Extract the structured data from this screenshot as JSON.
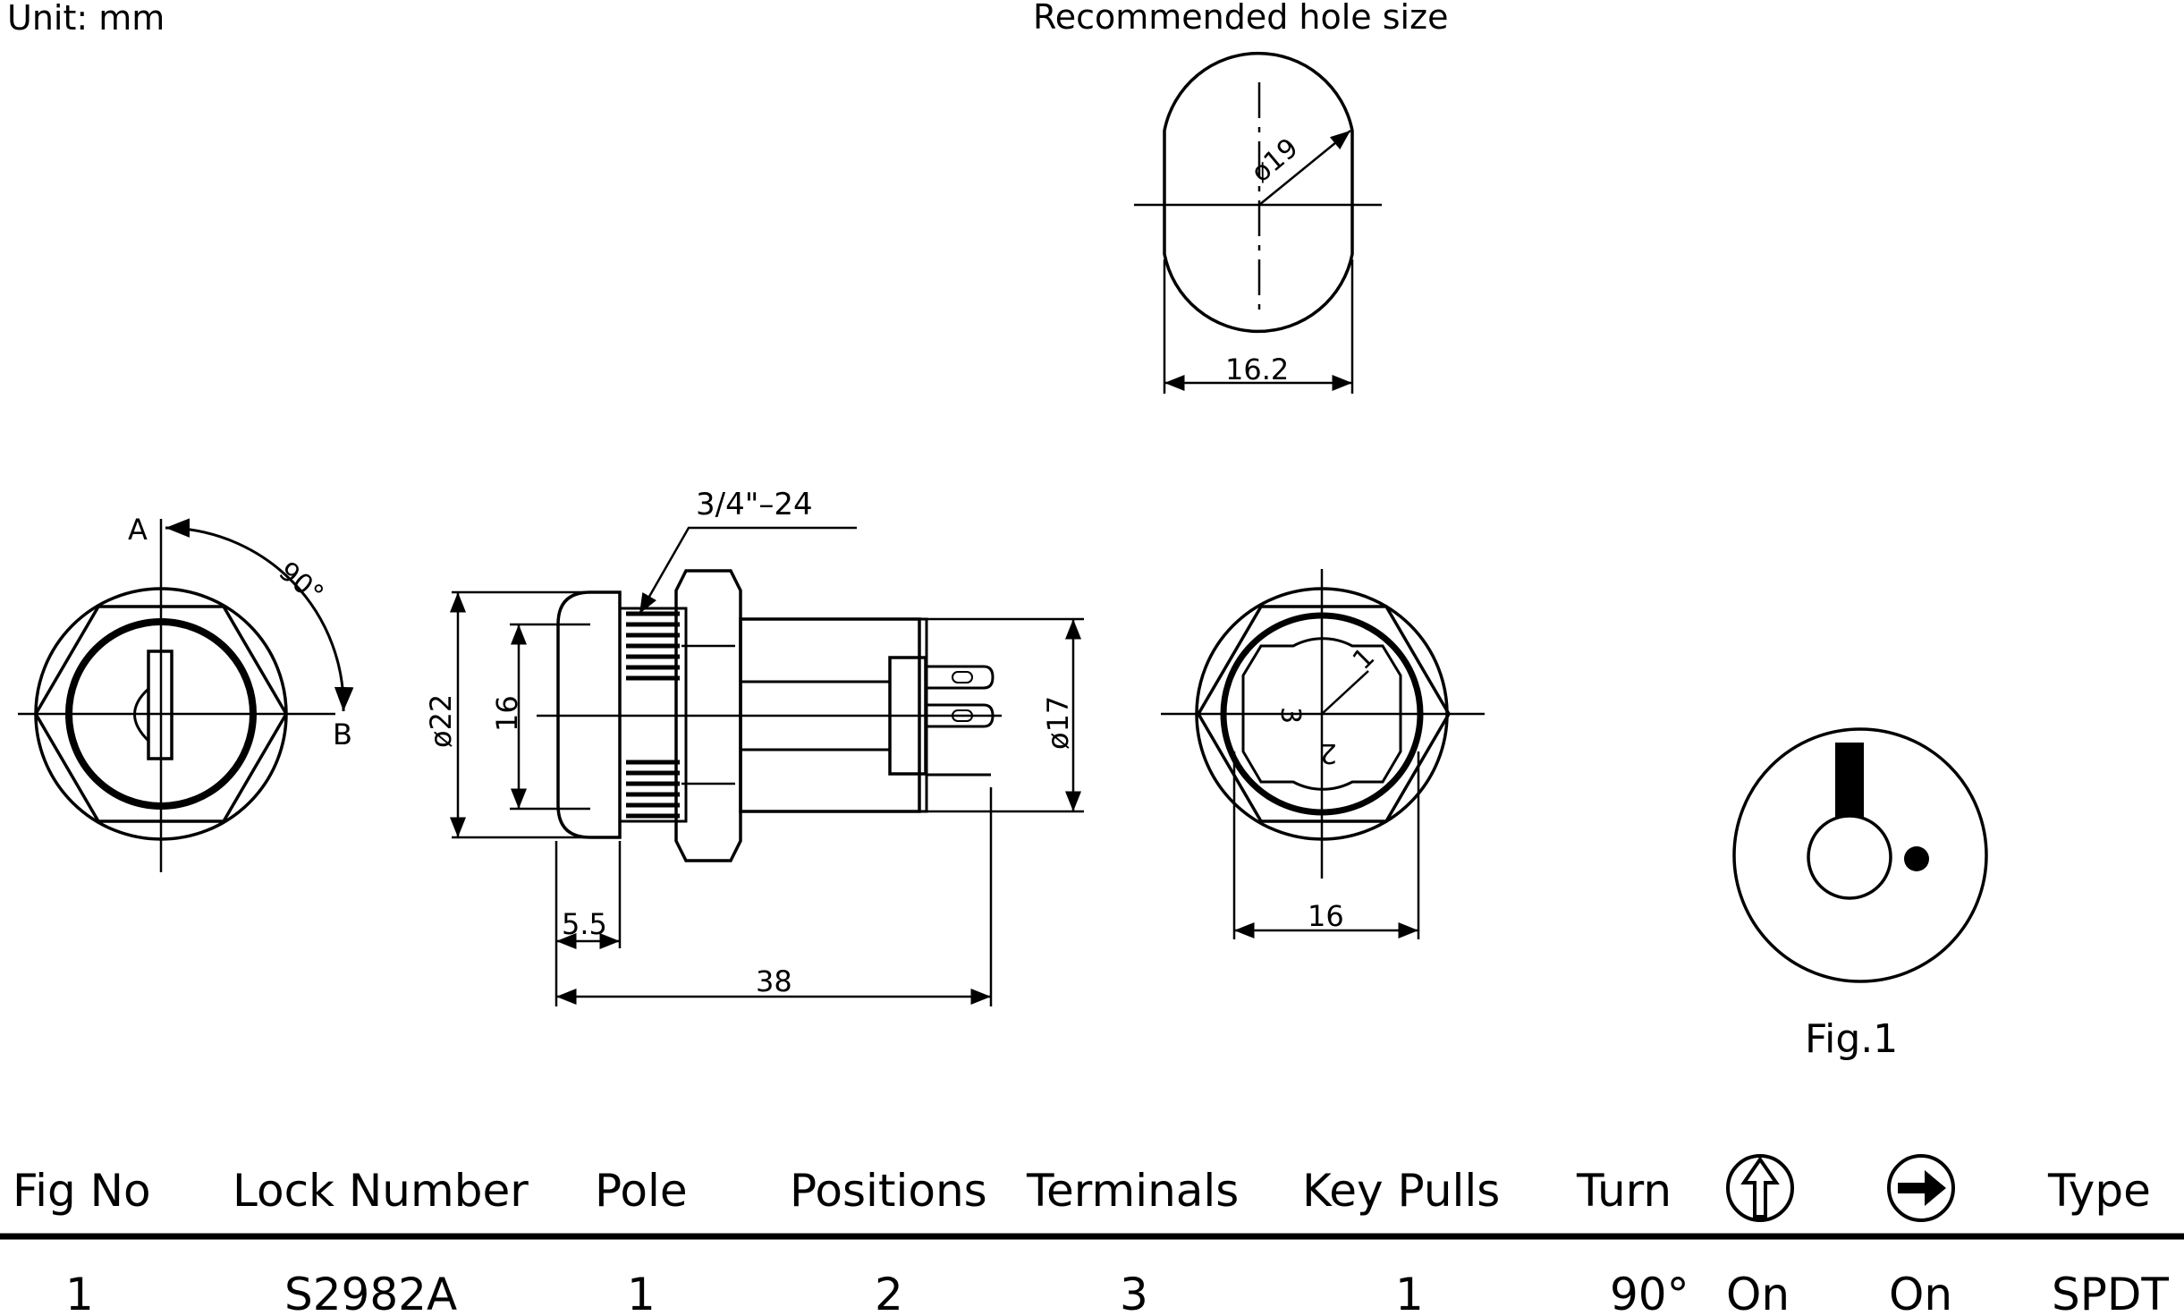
{
  "header": {
    "unit": "Unit:  mm",
    "hole_title": "Recommended  hole  size"
  },
  "hole": {
    "diameter_label": "ø19",
    "width_label": "16.2"
  },
  "front_view": {
    "label_a": "A",
    "label_b": "B",
    "angle_label": "90°"
  },
  "side_view": {
    "thread_label": "3/4\"–24",
    "dia22_label": "ø22",
    "dim16_label": "16",
    "dia17_label": "ø17",
    "dim55_label": "5.5",
    "dim38_label": "38"
  },
  "rear_view": {
    "terminal_1": "1",
    "terminal_2": "2",
    "terminal_3": "3",
    "width_label": "16"
  },
  "fig1": {
    "caption": "Fig.1"
  },
  "table": {
    "headers": [
      "Fig  No",
      "Lock  Number",
      "Pole",
      "Positions",
      "Terminals",
      "Key  Pulls",
      "Turn",
      "",
      "",
      "Type"
    ],
    "header_icons": [
      "",
      "",
      "",
      "",
      "",
      "",
      "",
      "up-arrow-circle-icon",
      "right-arrow-circle-icon",
      ""
    ],
    "rows": [
      [
        "1",
        "S2982A",
        "1",
        "2",
        "3",
        "1",
        "90°",
        "On",
        "On",
        "SPDT"
      ]
    ]
  }
}
